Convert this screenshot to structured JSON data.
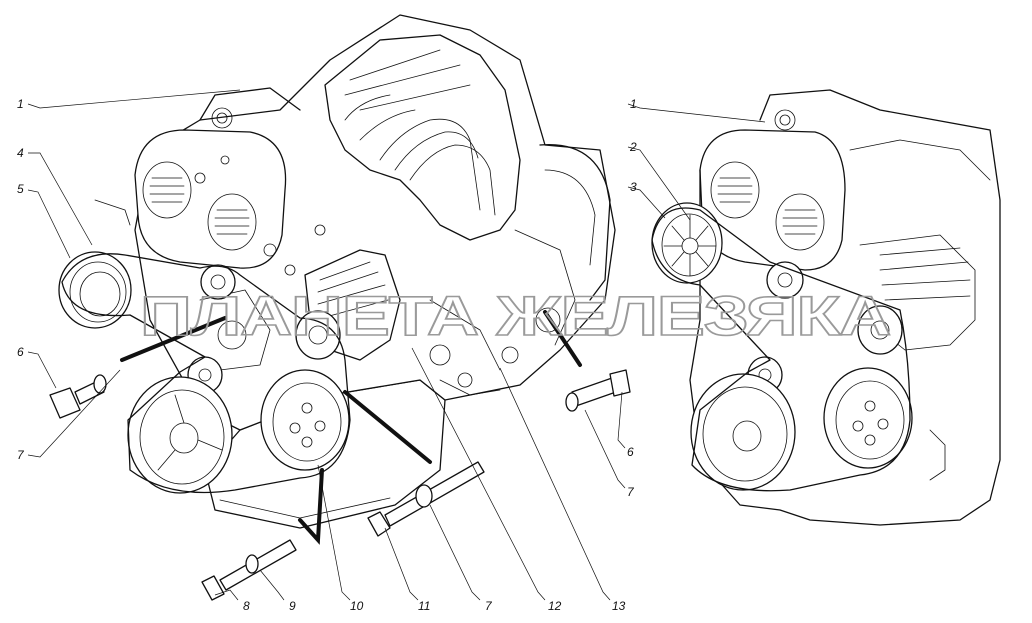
{
  "figure": {
    "watermark_text": "ПЛАНЕТА ЖЕЛЕЗЯКА",
    "callouts_left": {
      "c1": "1",
      "c4": "4",
      "c5": "5",
      "c6a": "6",
      "c7a": "7",
      "c8": "8",
      "c9": "9",
      "c10": "10",
      "c11": "11",
      "c7b": "7",
      "c12": "12",
      "c13": "13",
      "c7c": "7",
      "c6b": "6"
    },
    "callouts_right": {
      "c1": "1",
      "c2": "2",
      "c3": "3"
    }
  }
}
